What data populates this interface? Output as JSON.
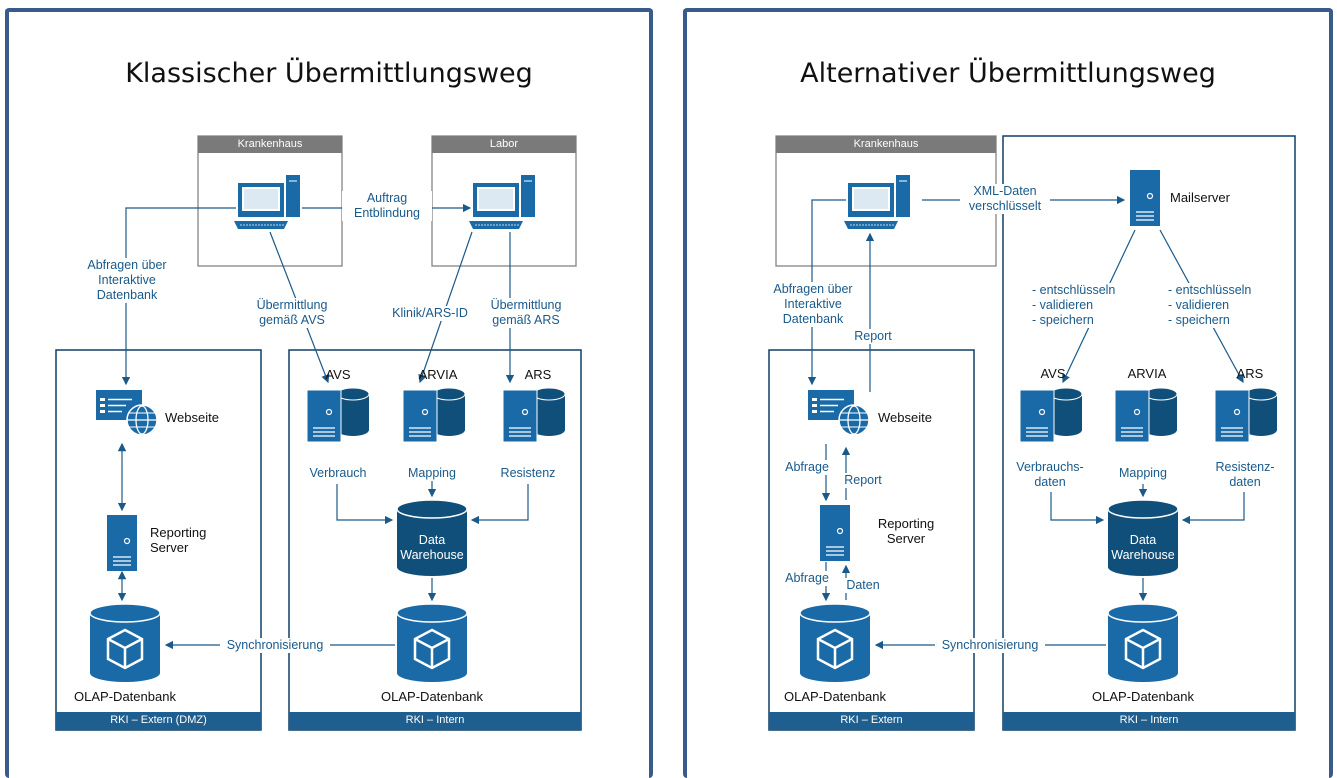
{
  "left": {
    "title": "Klassischer Übermittlungsweg",
    "krankenhaus": "Krankenhaus",
    "labor": "Labor",
    "auftrag": "Auftrag\nEntblindung",
    "abfragen": "Abfragen über\nInteraktive\nDatenbank",
    "uebermittlung_avs": "Übermittlung\ngemäß AVS",
    "klinik_ars": "Klinik/ARS-ID",
    "uebermittlung_ars": "Übermittlung\ngemäß ARS",
    "avs": "AVS",
    "arvia": "ARVIA",
    "ars": "ARS",
    "webseite": "Webseite",
    "reporting": "Reporting\nServer",
    "verbrauch": "Verbrauch",
    "mapping": "Mapping",
    "resistenz": "Resistenz",
    "dw": "Data\nWarehouse",
    "sync": "Synchronisierung",
    "olap_extern": "OLAP-Datenbank",
    "olap_intern": "OLAP-Datenbank",
    "zone_extern": "RKI – Extern (DMZ)",
    "zone_intern": "RKI – Intern"
  },
  "right": {
    "title": "Alternativer Übermittlungsweg",
    "krankenhaus": "Krankenhaus",
    "xml": "XML-Daten\nverschlüsselt",
    "mailserver": "Mailserver",
    "steps_left": "- entschlüsseln\n- validieren\n- speichern",
    "steps_right": "- entschlüsseln\n- validieren\n- speichern",
    "abfragen": "Abfragen über\nInteraktive\nDatenbank",
    "report_top": "Report",
    "avs": "AVS",
    "arvia": "ARVIA",
    "ars": "ARS",
    "webseite": "Webseite",
    "abfrage1": "Abfrage",
    "report2": "Report",
    "reporting": "Reporting\nServer",
    "abfrage2": "Abfrage",
    "daten": "Daten",
    "verbrauchsdaten": "Verbrauchs-\ndaten",
    "mapping": "Mapping",
    "resistenzdaten": "Resistenz-\ndaten",
    "dw": "Data\nWarehouse",
    "sync": "Synchronisierung",
    "olap_extern": "OLAP-Datenbank",
    "olap_intern": "OLAP-Datenbank",
    "zone_extern": "RKI – Extern",
    "zone_intern": "RKI – Intern"
  },
  "colors": {
    "frame": "#3b5a8c",
    "accent": "#1a6aa8",
    "dark": "#0f4f7a",
    "grey": "#7a7a7a",
    "zonebar": "#1f5f8f"
  }
}
